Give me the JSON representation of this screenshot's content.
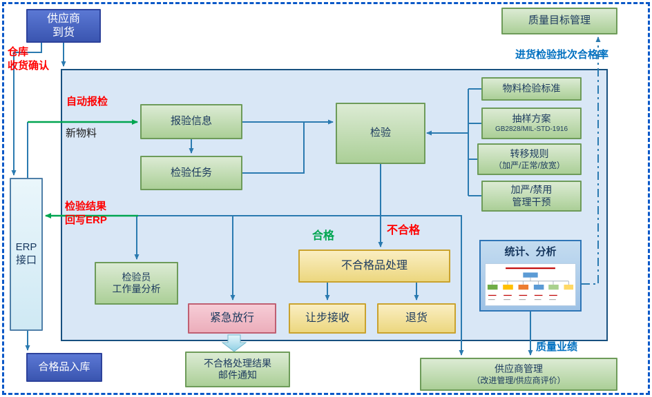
{
  "diagram": {
    "nodes": {
      "supplier_arrival": "供应商\n到货",
      "quality_target": "质量目标管理",
      "report_info": "报验信息",
      "inspect_task": "检验任务",
      "inspection": "检验",
      "std_material": "物料检验标准",
      "std_sampling": "抽样方案",
      "std_sampling_sub": "GB2828/MIL-STD-1916",
      "std_transfer": "转移规则",
      "std_transfer_sub": "（加严/正常/放宽）",
      "std_intervention": "加严/禁用\n管理干预",
      "erp_interface": "ERP\n接口",
      "inspector_workload": "检验员\n工作量分析",
      "nonconforming_handling": "不合格品处理",
      "emergency_release": "紧急放行",
      "concession_accept": "让步接收",
      "return_goods": "退货",
      "stats_title": "统计、分析",
      "qualified_storage": "合格品入库",
      "email_notice": "不合格处理结果\n邮件通知",
      "supplier_mgmt": "供应商管理",
      "supplier_mgmt_sub": "（改进管理/供应商评价）"
    },
    "labels": {
      "warehouse_confirm": "仓库\n收货确认",
      "auto_report": "自动报检",
      "new_material": "新物料",
      "result_writeback": "检验结果\n回写ERP",
      "qualified": "合格",
      "unqualified": "不合格",
      "incoming_pass_rate": "进货检验批次合格率",
      "quality_performance": "质量业绩"
    },
    "colors": {
      "page_border": "#0a58c8",
      "container_fill": "#d9e7f6",
      "container_border": "#17507f",
      "connector": "#2a7ab0",
      "green_flow": "#00a550",
      "red_label": "#ff0000",
      "blue_label": "#0070c0",
      "green_label": "#00a550",
      "blue_node_fill": "#4a63c4",
      "green_node_fill": "#bcd8a8",
      "yellow_node_fill": "#f2dc8e",
      "pink_node_fill": "#f0b6c2",
      "cyan_node_fill": "#d9eef7"
    }
  }
}
